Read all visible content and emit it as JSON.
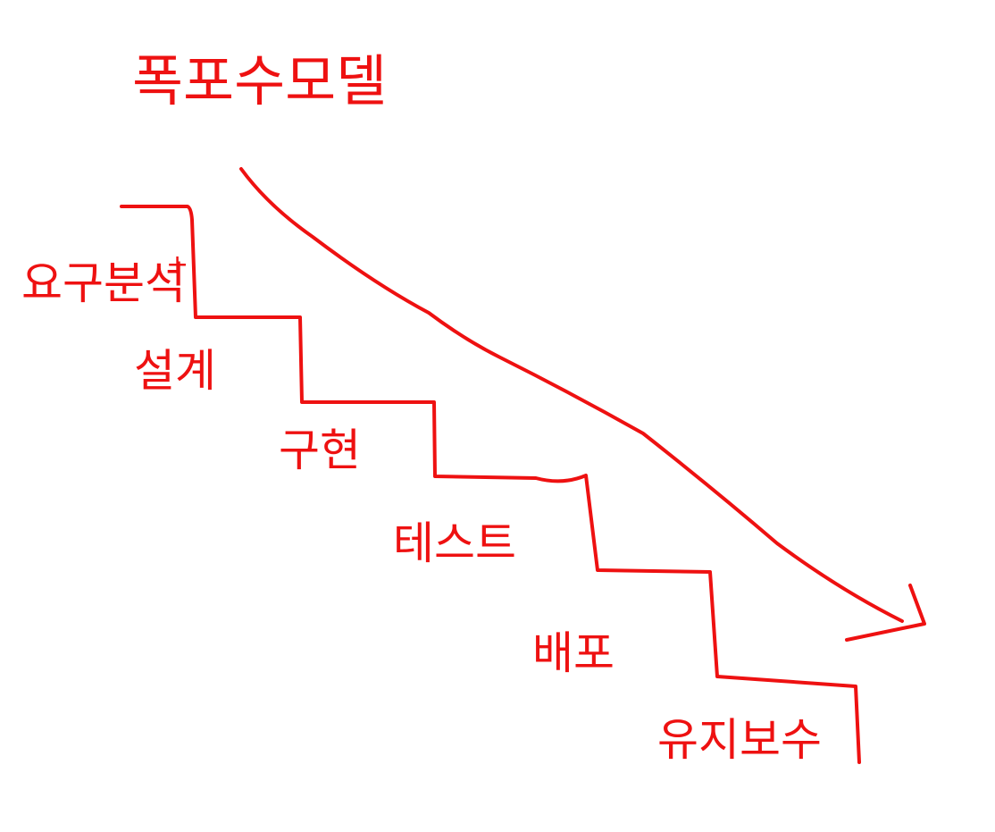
{
  "colors": {
    "ink": "#ee1111",
    "background": "#ffffff"
  },
  "title": "폭포수모델",
  "stages": [
    {
      "label": "요구분석",
      "suffix": "+"
    },
    {
      "label": "설계",
      "suffix": ""
    },
    {
      "label": "구현",
      "suffix": ""
    },
    {
      "label": "테스트",
      "suffix": ""
    },
    {
      "label": "배포",
      "suffix": ""
    },
    {
      "label": "유지보수",
      "suffix": ""
    }
  ]
}
